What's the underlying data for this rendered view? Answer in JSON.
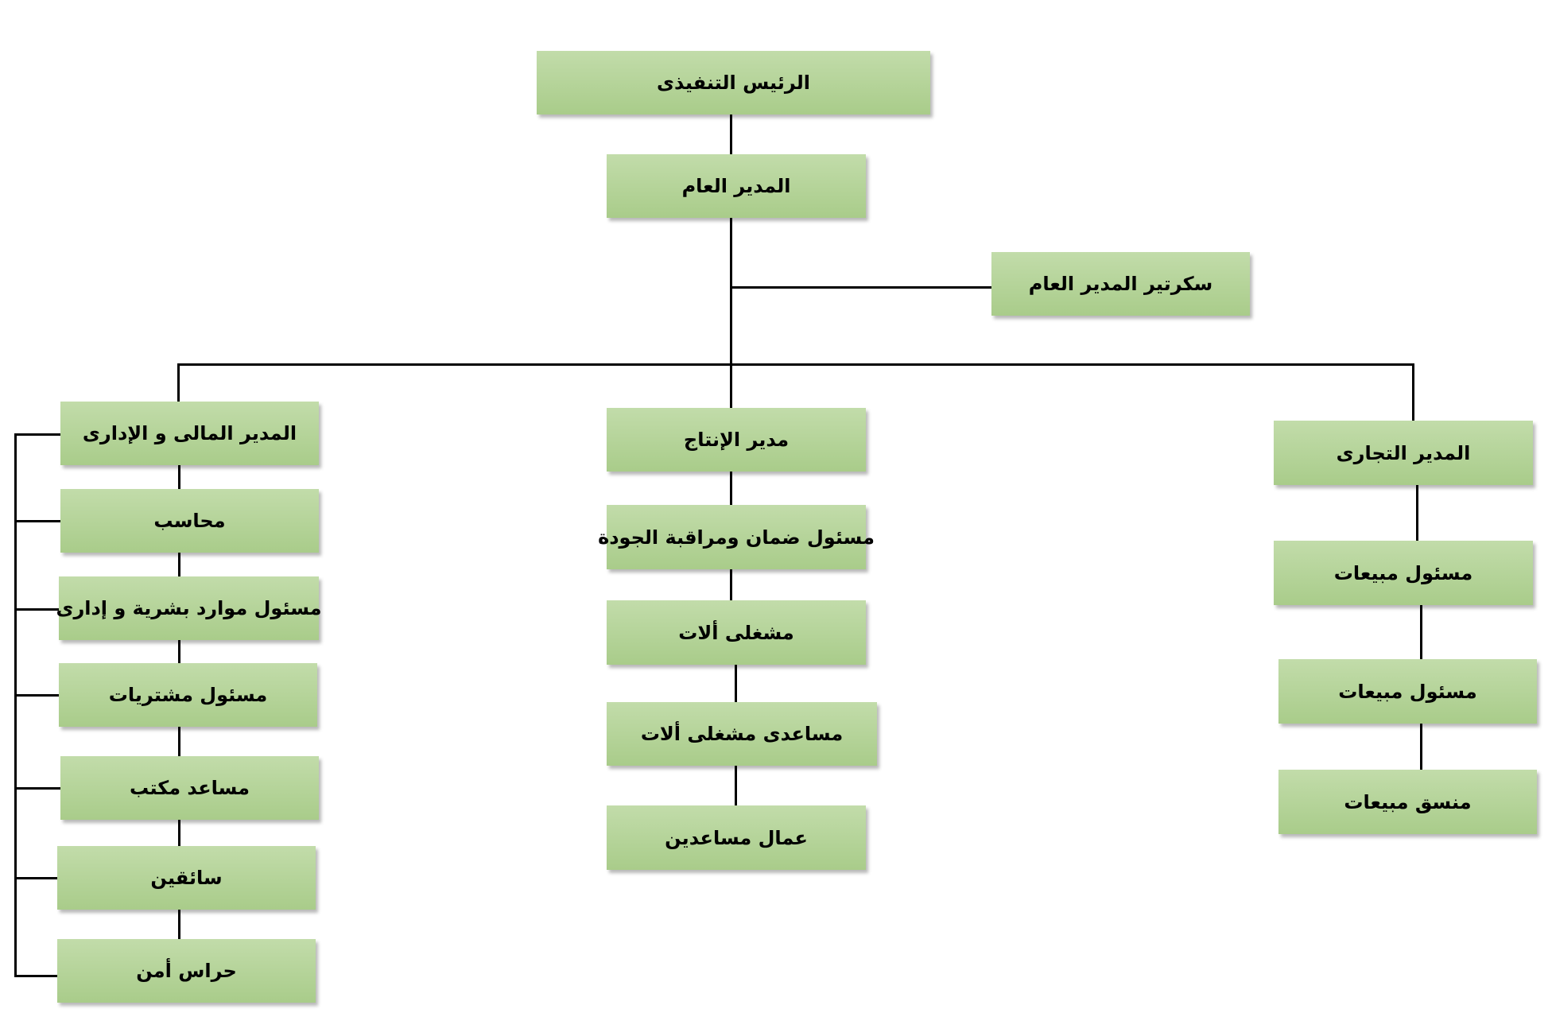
{
  "org_chart": {
    "ceo": "الرئيس التنفيذى",
    "general_manager": "المدير العام",
    "gm_secretary": "سكرتير المدير العام",
    "finance_admin": {
      "head": "المدير المالى و الإدارى",
      "staff": [
        "محاسب",
        "مسئول موارد بشرية  و إدارى",
        "مسئول مشتريات",
        "مساعد مكتب",
        "سائقين",
        "حراس أمن"
      ]
    },
    "production": {
      "head": "مدير الإنتاج",
      "staff": [
        "مسئول ضمان ومراقبة الجودة",
        "مشغلى ألات",
        "مساعدى مشغلى ألات",
        "عمال مساعدين"
      ]
    },
    "commercial": {
      "head": "المدير التجارى",
      "staff": [
        "مسئول مبيعات",
        "مسئول مبيعات",
        "منسق مبيعات"
      ]
    }
  },
  "colors": {
    "box_top": "#c2dcaa",
    "box_bottom": "#a9cc8a",
    "connector": "#000000",
    "text": "#000000"
  }
}
